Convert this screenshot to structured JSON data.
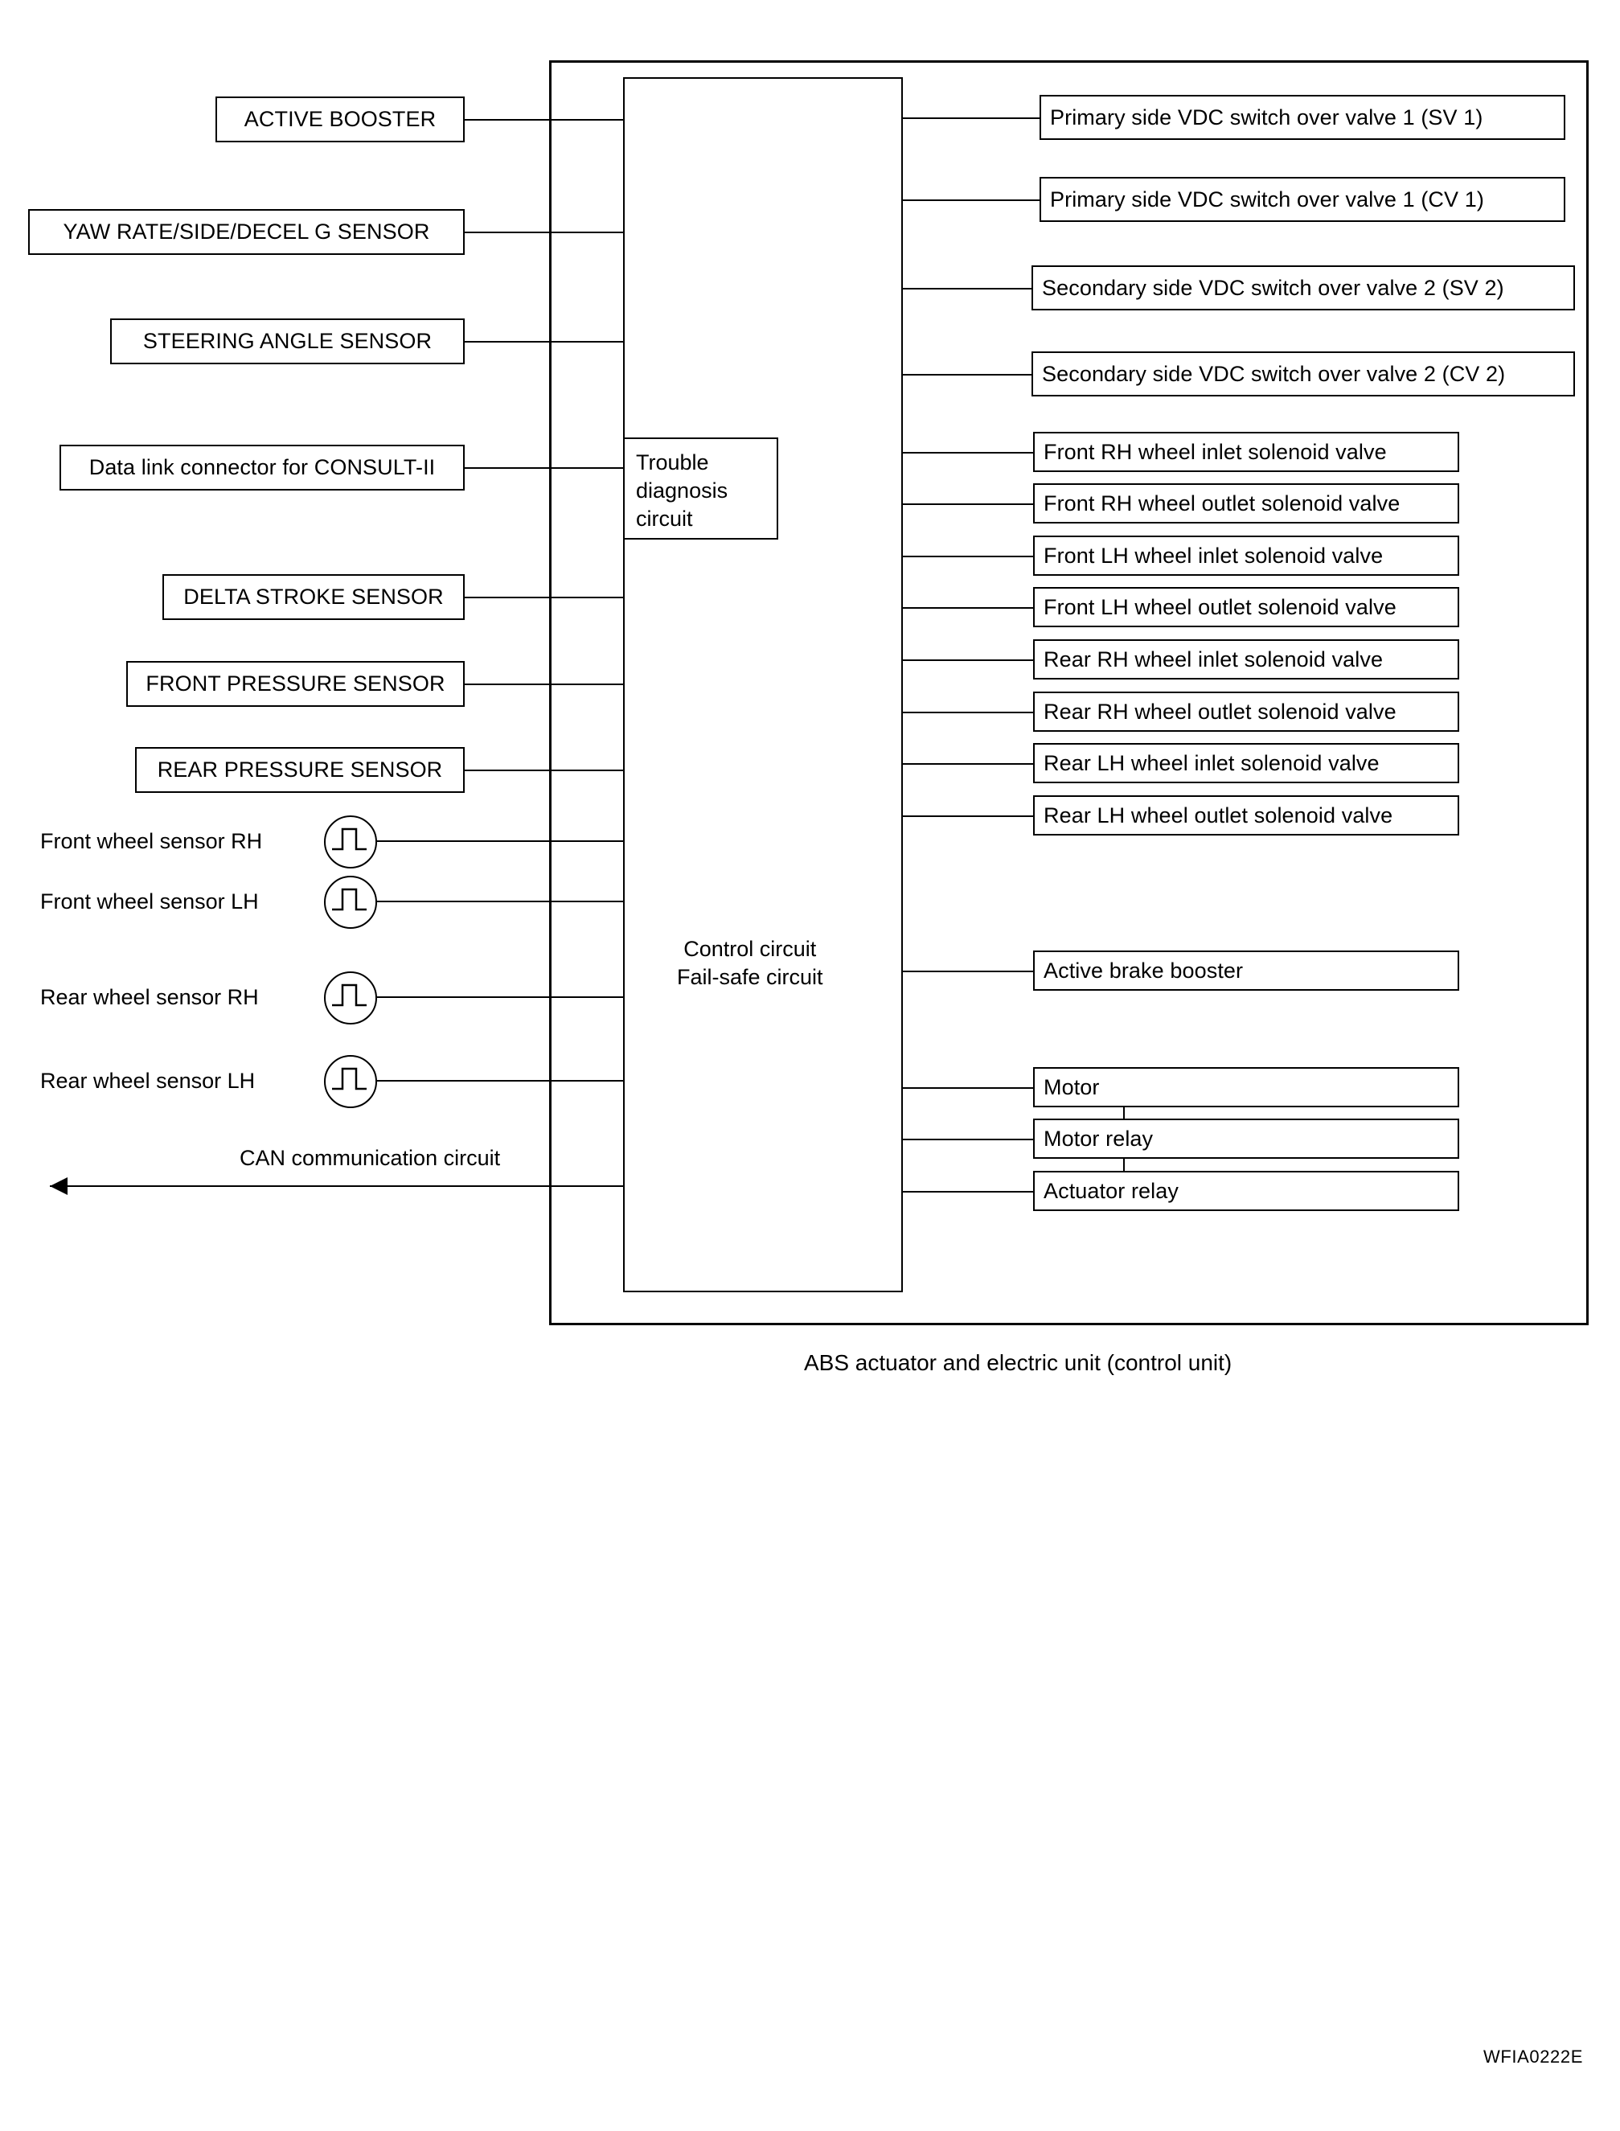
{
  "figure": {
    "caption": "ABS actuator and electric unit (control unit)",
    "code": "WFIA0222E"
  },
  "control_unit": {
    "trouble_diagnosis": "Trouble\ndiagnosis\ncircuit",
    "trouble_diagnosis_lines": [
      "Trouble",
      "diagnosis",
      "circuit"
    ],
    "control_circuit_lines": [
      "Control circuit",
      "Fail-safe circuit"
    ]
  },
  "inputs": {
    "boxes": [
      {
        "label": "ACTIVE BOOSTER"
      },
      {
        "label": "YAW RATE/SIDE/DECEL G SENSOR"
      },
      {
        "label": "STEERING ANGLE SENSOR"
      },
      {
        "label": "Data link connector for CONSULT-II"
      },
      {
        "label": "DELTA STROKE SENSOR"
      },
      {
        "label": "FRONT PRESSURE SENSOR"
      },
      {
        "label": "REAR PRESSURE SENSOR"
      }
    ],
    "wheel_sensors": [
      {
        "label": "Front  wheel sensor RH",
        "icon": "pulse-waveform-icon"
      },
      {
        "label": "Front wheel sensor LH",
        "icon": "pulse-waveform-icon"
      },
      {
        "label": "Rear  wheel sensor RH",
        "icon": "pulse-waveform-icon"
      },
      {
        "label": "Rear wheel sensor LH",
        "icon": "pulse-waveform-icon"
      }
    ],
    "can_bus": {
      "label": "CAN communication circuit",
      "icon": "left-arrow-icon"
    }
  },
  "outputs": {
    "valves": [
      {
        "label": "Primary side VDC switch over valve 1 (SV 1)"
      },
      {
        "label": "Primary side VDC switch over valve 1 (CV 1)"
      },
      {
        "label": "Secondary side VDC switch over valve 2 (SV 2)"
      },
      {
        "label": "Secondary side VDC switch over valve 2 (CV 2)"
      }
    ],
    "solenoids": [
      {
        "label": "Front RH wheel inlet solenoid valve"
      },
      {
        "label": "Front RH wheel outlet solenoid valve"
      },
      {
        "label": "Front LH wheel inlet solenoid valve"
      },
      {
        "label": "Front LH wheel outlet solenoid valve"
      },
      {
        "label": "Rear RH wheel inlet solenoid valve"
      },
      {
        "label": "Rear RH wheel outlet solenoid valve"
      },
      {
        "label": "Rear LH wheel inlet solenoid valve"
      },
      {
        "label": "Rear LH wheel outlet solenoid valve"
      }
    ],
    "booster": {
      "label": "Active brake booster"
    },
    "motor_group": [
      {
        "label": "Motor"
      },
      {
        "label": "Motor relay"
      },
      {
        "label": "Actuator relay"
      }
    ]
  }
}
